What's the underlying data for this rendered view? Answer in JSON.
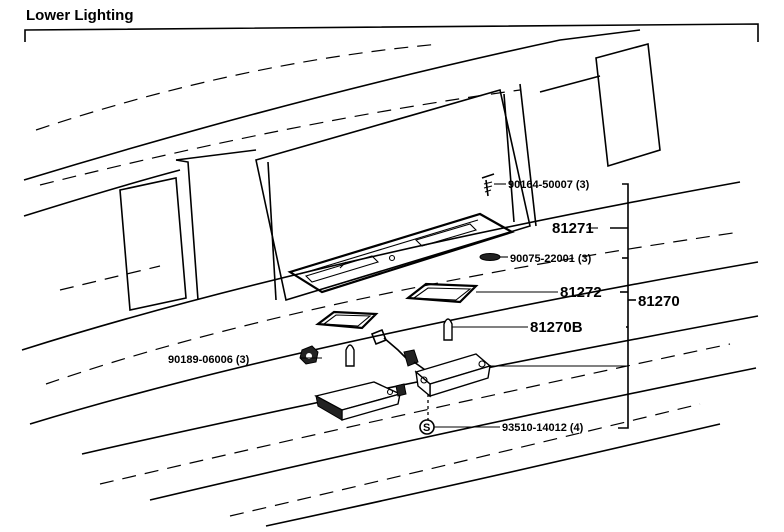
{
  "title": "Lower Lighting",
  "parts": {
    "screw": "90164-50007 (3)",
    "lens_top": "81271",
    "washer": "90075-22001 (3)",
    "gasket": "81272",
    "assembly": "81270",
    "bulb": "81270B",
    "grommet": "90189-06006 (3)",
    "screw_s": "93510-14012 (4)",
    "s_mark": "S"
  }
}
